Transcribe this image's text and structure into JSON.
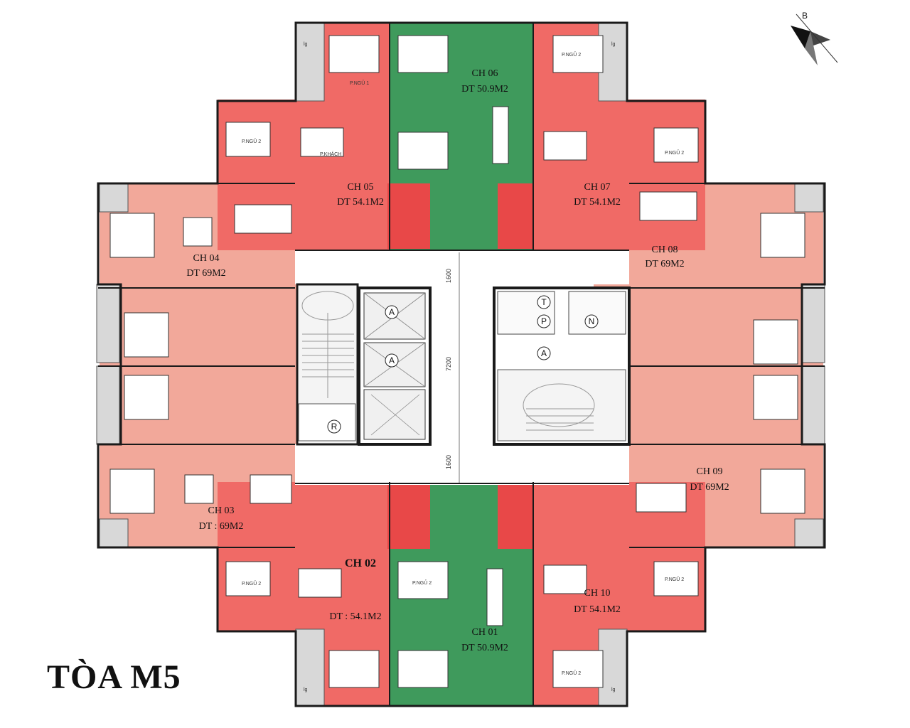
{
  "title": "TÒA M5",
  "compass": {
    "label": "B",
    "icon": "north-arrow-icon"
  },
  "colors": {
    "large": "#f2a89a",
    "medium": "#f06a66",
    "small": "#3f9a5c",
    "core": "#ffffff",
    "wall": "#1a1a1a",
    "balcony": "#d8d8d8"
  },
  "units": [
    {
      "code": "CH 01",
      "area": "DT 50.9M2"
    },
    {
      "code": "CH 02",
      "area": "DT : 54.1M2"
    },
    {
      "code": "CH 03",
      "area": "DT : 69M2"
    },
    {
      "code": "CH 04",
      "area": "DT 69M2"
    },
    {
      "code": "CH 05",
      "area": "DT 54.1M2"
    },
    {
      "code": "CH 06",
      "area": "DT 50.9M2"
    },
    {
      "code": "CH 07",
      "area": "DT 54.1M2"
    },
    {
      "code": "CH 08",
      "area": "DT 69M2"
    },
    {
      "code": "CH 09",
      "area": "DT 69M2"
    },
    {
      "code": "CH 10",
      "area": "DT 54.1M2"
    }
  ],
  "rooms": {
    "bedroom1": "P.NGỦ 1",
    "bedroom2": "P.NGỦ 2",
    "living": "P.KHÁCH",
    "logia": "lg"
  },
  "dimensions": {
    "d1600a": "1600",
    "d7200": "7200",
    "d1600b": "1600"
  },
  "core_marks": {
    "a1": "A",
    "a2": "A",
    "a3": "A",
    "t": "T",
    "p": "P",
    "n": "N",
    "r": "R"
  }
}
